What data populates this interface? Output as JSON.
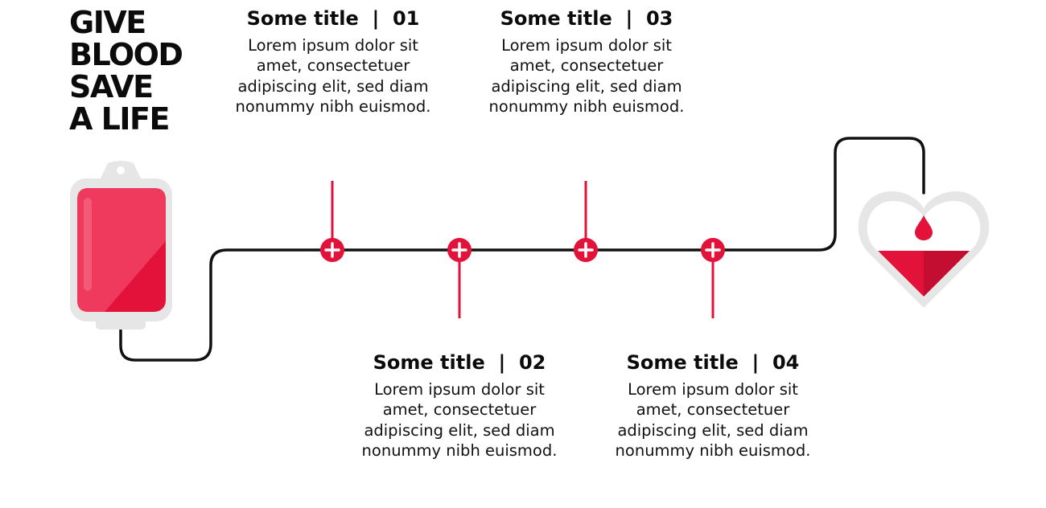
{
  "headline": [
    "GIVE",
    "BLOOD",
    "SAVE",
    "A LIFE"
  ],
  "steps": [
    {
      "title": "Some title",
      "separator": "|",
      "number": "01",
      "body": "Lorem ipsum dolor sit amet, consectetuer adipiscing elit, sed diam nonummy nibh euismod."
    },
    {
      "title": "Some title",
      "separator": "|",
      "number": "02",
      "body": "Lorem ipsum dolor sit amet, consectetuer adipiscing elit, sed diam nonummy nibh euismod."
    },
    {
      "title": "Some title",
      "separator": "|",
      "number": "03",
      "body": "Lorem ipsum dolor sit amet, consectetuer adipiscing elit, sed diam nonummy nibh euismod."
    },
    {
      "title": "Some title",
      "separator": "|",
      "number": "04",
      "body": "Lorem ipsum dolor sit amet, consectetuer adipiscing elit, sed diam nonummy nibh euismod."
    }
  ],
  "colors": {
    "accent": "#e3123b",
    "accent_light": "#ef3a5d",
    "line": "#111111",
    "bag_outline": "#e6e6e6"
  },
  "icons": [
    "blood-bag-icon",
    "plus-marker-icon",
    "heart-icon",
    "blood-drop-icon"
  ]
}
